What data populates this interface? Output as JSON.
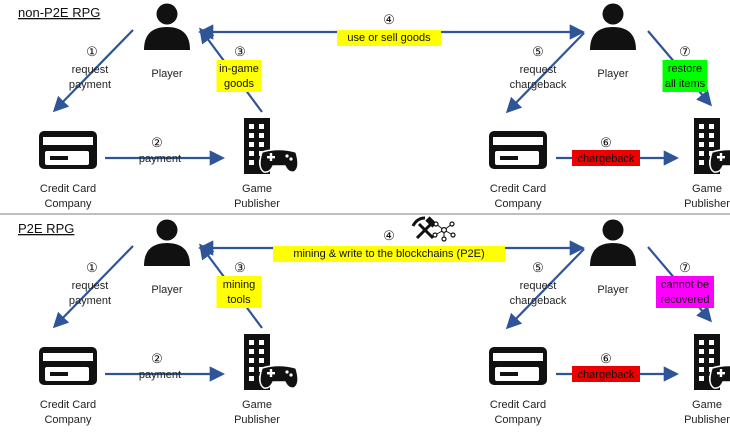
{
  "colors": {
    "arrow": "#2f5597",
    "icon": "#111111",
    "yellow": "#ffff00",
    "green": "#00ff00",
    "red": "#ee0000",
    "magenta": "#ff00ff",
    "divider": "#7f7f7f"
  },
  "panels": [
    {
      "title": "non-P2E RPG",
      "player_left": "Player",
      "player_right": "Player",
      "credit_left": [
        "Credit Card",
        "Company"
      ],
      "credit_right": [
        "Credit Card",
        "Company"
      ],
      "publisher_left": [
        "Game",
        "Publisher"
      ],
      "publisher_right": [
        "Game",
        "Publisher"
      ],
      "steps": {
        "s1": {
          "num": "①",
          "lines": [
            "request",
            "payment"
          ]
        },
        "s2": {
          "num": "②",
          "lines": [
            "payment"
          ]
        },
        "s3": {
          "num": "③",
          "lines": [
            "in-game",
            "goods"
          ],
          "highlight": "yellow"
        },
        "s4": {
          "num": "④",
          "lines": [
            "use or sell goods"
          ],
          "highlight": "yellow"
        },
        "s5": {
          "num": "⑤",
          "lines": [
            "request",
            "chargeback"
          ]
        },
        "s6": {
          "num": "⑥",
          "lines": [
            "chargeback"
          ],
          "highlight": "red"
        },
        "s7": {
          "num": "⑦",
          "lines": [
            "restore",
            "all items"
          ],
          "highlight": "green"
        }
      }
    },
    {
      "title": "P2E RPG",
      "player_left": "Player",
      "player_right": "Player",
      "credit_left": [
        "Credit Card",
        "Company"
      ],
      "credit_right": [
        "Credit Card",
        "Company"
      ],
      "publisher_left": [
        "Game",
        "Publisher"
      ],
      "publisher_right": [
        "Game",
        "Publisher"
      ],
      "steps": {
        "s1": {
          "num": "①",
          "lines": [
            "request",
            "payment"
          ]
        },
        "s2": {
          "num": "②",
          "lines": [
            "payment"
          ]
        },
        "s3": {
          "num": "③",
          "lines": [
            "mining",
            "tools"
          ],
          "highlight": "yellow"
        },
        "s4": {
          "num": "④",
          "lines": [
            "mining & write to the blockchains (P2E)"
          ],
          "highlight": "yellow"
        },
        "s5": {
          "num": "⑤",
          "lines": [
            "request",
            "chargeback"
          ]
        },
        "s6": {
          "num": "⑥",
          "lines": [
            "chargeback"
          ],
          "highlight": "red"
        },
        "s7": {
          "num": "⑦",
          "lines": [
            "cannot be",
            "recovered"
          ],
          "highlight": "magenta"
        }
      },
      "step4_icons": [
        "hammer-pick-icon",
        "blockchain-network-icon"
      ]
    }
  ]
}
